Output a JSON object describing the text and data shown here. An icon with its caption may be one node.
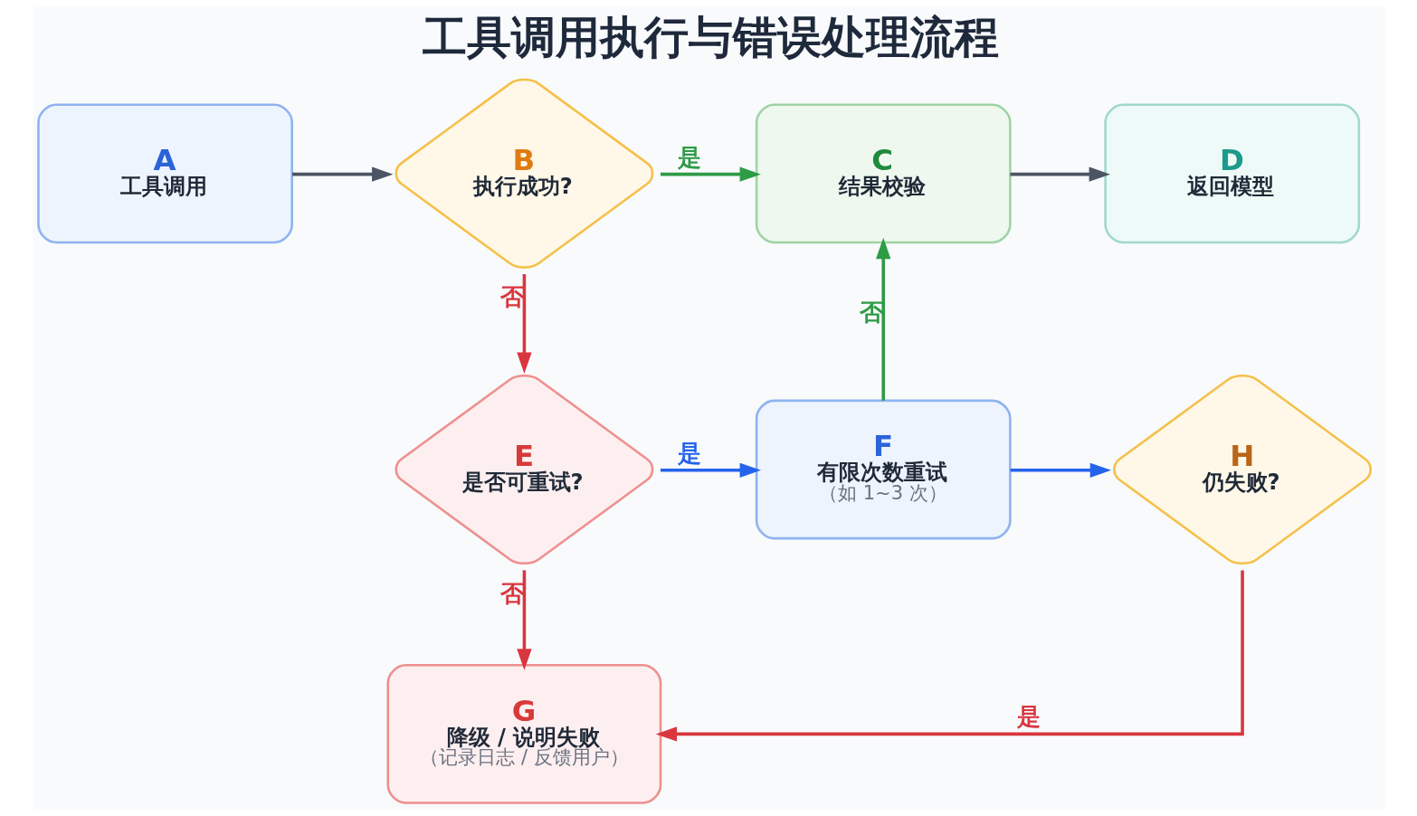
{
  "diagram": {
    "title": "工具调用执行与错误处理流程",
    "nodes": [
      {
        "text": [
          "A",
          "工具调用"
        ]
      },
      {
        "text": [
          "B",
          "执行成功?"
        ]
      },
      {
        "text": [
          "C",
          "结果校验"
        ]
      },
      {
        "text": [
          "D",
          "返回模型"
        ]
      },
      {
        "text": [
          "E",
          "是否可重试?"
        ]
      },
      {
        "text": [
          "F",
          "有限次数重试",
          "（如 1~3 次）"
        ]
      },
      {
        "text": [
          "H",
          "仍失败?"
        ]
      },
      {
        "text": [
          "G",
          "降级 / 说明失败",
          "（记录日志 / 反馈用户）"
        ]
      }
    ],
    "edges": [
      {
        "from": 0,
        "to": 1,
        "arrow": "to",
        "color": "#4b5563"
      },
      {
        "from": 1,
        "to": 2,
        "arrow": "to",
        "label": "是",
        "color": "#2e9b45"
      },
      {
        "from": 2,
        "to": 3,
        "arrow": "to",
        "color": "#4b5563"
      },
      {
        "from": 1,
        "to": 4,
        "arrow": "to",
        "label": "否",
        "color": "#d9363e"
      },
      {
        "from": 4,
        "to": 5,
        "arrow": "to",
        "label": "是",
        "color": "#2563eb"
      },
      {
        "from": 5,
        "to": 2,
        "arrow": "to",
        "label": "否",
        "color": "#2e9b45"
      },
      {
        "from": 5,
        "to": 6,
        "arrow": "to",
        "color": "#2563eb"
      },
      {
        "from": 4,
        "to": 7,
        "arrow": "to",
        "label": "否",
        "color": "#d9363e"
      },
      {
        "from": 6,
        "to": 7,
        "arrow": "to",
        "label": "是",
        "color": "#d9363e"
      }
    ]
  }
}
